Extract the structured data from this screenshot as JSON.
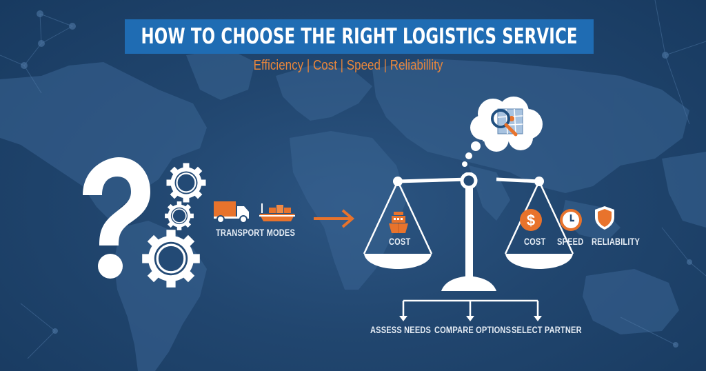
{
  "header": {
    "title": "HOW TO CHOOSE THE RIGHT LOGISTICS SERVICE",
    "subtitle": "Efficiency | Cost | Speed | Reliabillity"
  },
  "left_section": {
    "icons": [
      "question-mark-icon",
      "gears-icon"
    ],
    "transport": {
      "icons": [
        "truck-icon",
        "cargo-ship-icon"
      ],
      "label": "TRANSPORT MODES"
    },
    "arrow_icon": "arrow-right-icon"
  },
  "center_section": {
    "thought_bubble_icon": "map-magnifier-icon",
    "scale_icon": "balance-scale-icon",
    "left_pan": {
      "icon": "ship-icon",
      "label": "COST"
    },
    "right_pan": {
      "items": [
        {
          "icon": "dollar-icon",
          "label": "COST"
        },
        {
          "icon": "clock-icon",
          "label": "SPEED"
        }
      ]
    },
    "reliability": {
      "icon": "shield-icon",
      "label": "RELIABILITY"
    }
  },
  "steps": [
    {
      "label": "ASSESS NEEDS"
    },
    {
      "label": "COMPARE OPTIONS"
    },
    {
      "label": "SELECT PARTNER"
    }
  ],
  "colors": {
    "background": "#21466f",
    "banner": "#1f6cb3",
    "accent_orange": "#e8732c",
    "white": "#ffffff"
  }
}
